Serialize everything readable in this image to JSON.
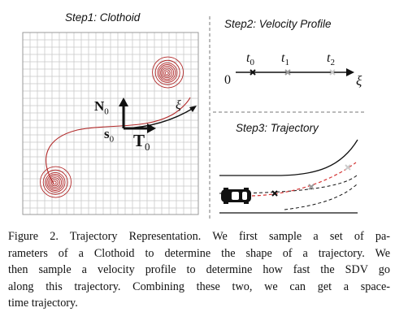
{
  "figure": {
    "step1": {
      "title": "Step1: Clothoid",
      "labels": {
        "normal_main": "N",
        "normal_sub": "0",
        "arc_main": "s",
        "arc_sub": "0",
        "tangent_main": "T",
        "tangent_sub": "0",
        "xi": "ξ"
      }
    },
    "step2": {
      "title": "Step2: Velocity Profile",
      "origin": "0",
      "axis": "ξ",
      "ticks": [
        {
          "main": "t",
          "sub": "0"
        },
        {
          "main": "t",
          "sub": "1"
        },
        {
          "main": "t",
          "sub": "2"
        }
      ]
    },
    "step3": {
      "title": "Step3: Trajectory"
    },
    "colors": {
      "grid": "#c9c9c9",
      "spiral": "#b22a2a",
      "dashed_red": "#d43535",
      "ink": "#111111"
    }
  },
  "caption": {
    "lines": [
      "Figure 2. Trajectory Representation. We first sample a set of pa-",
      "rameters of a Clothoid to determine the shape of a trajectory. We",
      "then sample a velocity profile to determine how fast the SDV go",
      "along this trajectory. Combining these two, we can get a space-",
      "time trajectory."
    ]
  }
}
